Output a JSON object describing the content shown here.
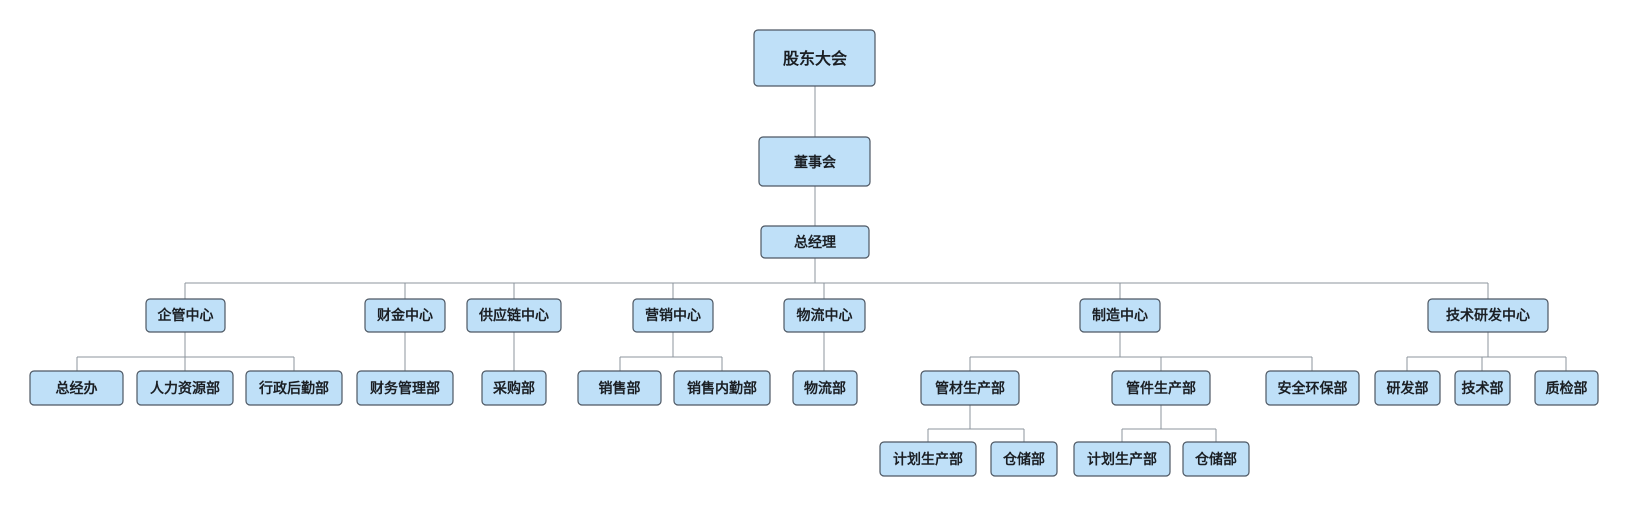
{
  "nodes": {
    "shareholders": "股东大会",
    "board": "董事会",
    "gm": "总经理",
    "c_admin": "企管中心",
    "c_finance": "财金中心",
    "c_supply": "供应链中心",
    "c_marketing": "营销中心",
    "c_logistics": "物流中心",
    "c_manufacturing": "制造中心",
    "c_rnd": "技术研发中心",
    "d_gm_office": "总经办",
    "d_hr": "人力资源部",
    "d_admin_logistics": "行政后勤部",
    "d_finance_mgmt": "财务管理部",
    "d_purchasing": "采购部",
    "d_sales": "销售部",
    "d_sales_support": "销售内勤部",
    "d_logistics": "物流部",
    "d_pipe_production": "管材生产部",
    "d_fitting_production": "管件生产部",
    "d_safety_env": "安全环保部",
    "d_research": "研发部",
    "d_technology": "技术部",
    "d_quality": "质检部",
    "d_planning_1": "计划生产部",
    "d_warehouse_1": "仓储部",
    "d_planning_2": "计划生产部",
    "d_warehouse_2": "仓储部"
  },
  "colors": {
    "node_fill": "#bfe0f8",
    "node_border": "#4d5763",
    "connector": "#8c949c",
    "text": "#1b1f24"
  }
}
